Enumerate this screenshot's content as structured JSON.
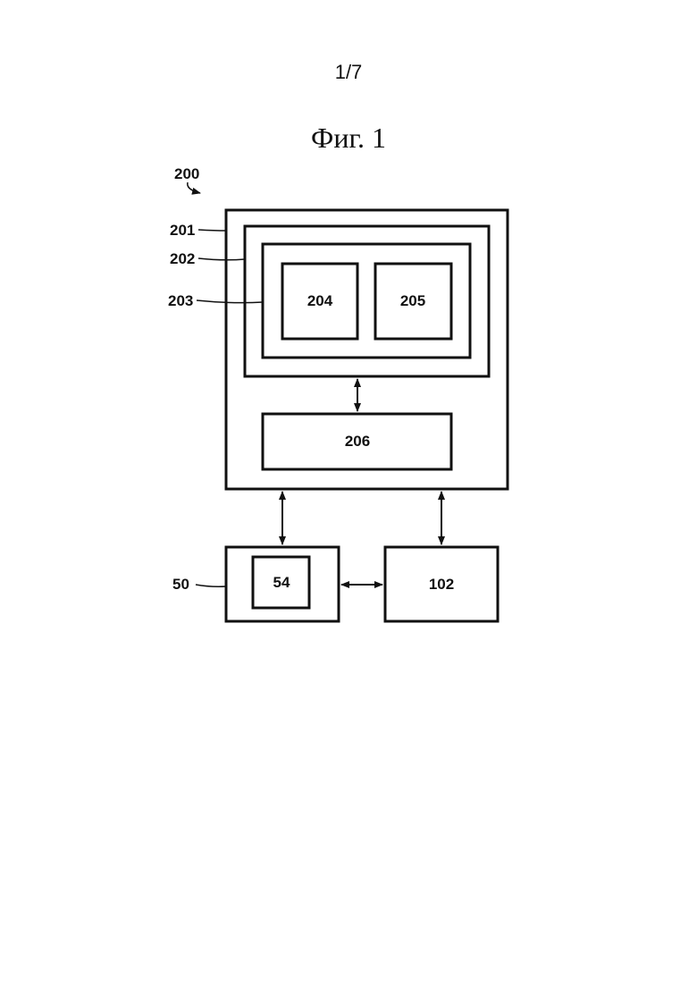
{
  "header": {
    "page_number": "1/7",
    "figure_title": "Фиг. 1"
  },
  "labels": {
    "system": "200",
    "outer_device": "201",
    "middle_module": "202",
    "inner_module": "203",
    "block_204": "204",
    "block_205": "205",
    "block_206": "206",
    "device_50": "50",
    "block_54": "54",
    "block_102": "102"
  }
}
